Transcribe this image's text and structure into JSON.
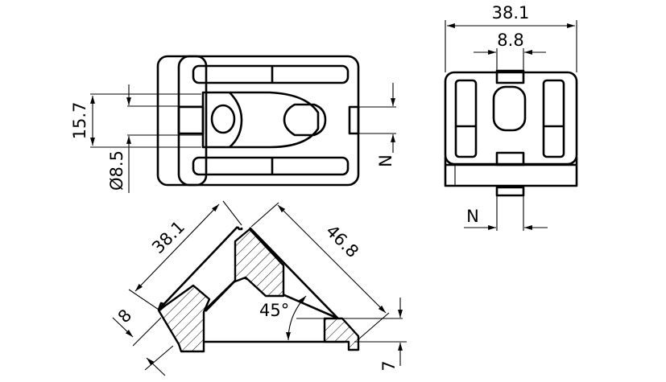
{
  "drawing": {
    "top_view": {
      "dim_height": "15.7",
      "dim_hole": "Ø8.5",
      "dim_n": "N"
    },
    "side_view": {
      "dim_width": "38.1",
      "dim_slot": "8.8",
      "dim_n": "N"
    },
    "section_view": {
      "dim_leg": "38.1",
      "dim_hyp": "46.8",
      "dim_angle": "45°",
      "dim_thickness": "8",
      "dim_offset": "7"
    },
    "colors": {
      "line": "#000000",
      "background": "#ffffff"
    }
  }
}
